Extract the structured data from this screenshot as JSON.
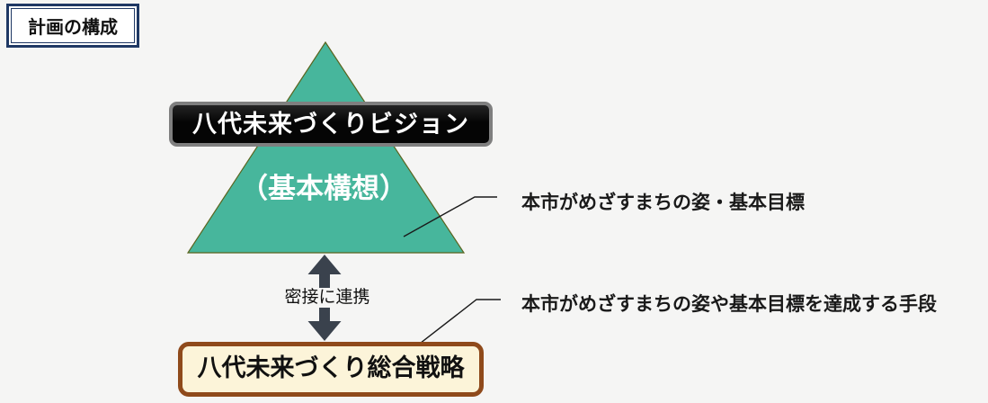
{
  "page": {
    "background_color": "#f5f5f4",
    "section_title": "計画の構成",
    "section_title_border_color": "#1f3864"
  },
  "diagram": {
    "triangle": {
      "fill_color": "#47b69c",
      "border_color": "#5a641e"
    },
    "vision_banner": {
      "label": "八代未来づくりビジョン",
      "border_color": "#7f7f7f",
      "bg_color": "#0a0a0a",
      "text_color": "#ffffff"
    },
    "vision_sub": {
      "label": "（基本構想）",
      "text_color": "#ffffff"
    },
    "link": {
      "label": "密接に連携",
      "arrow_color": "#3a424d"
    },
    "strategy_box": {
      "label": "八代未来づくり総合戦略",
      "border_color": "#8f4a1b",
      "bg_color": "#fcf4d9"
    },
    "callout_color": "#1a1a1a",
    "annotations": [
      {
        "text": "本市がめざすまちの姿・基本目標"
      },
      {
        "text": "本市がめざすまちの姿や基本目標を達成する手段"
      }
    ]
  }
}
